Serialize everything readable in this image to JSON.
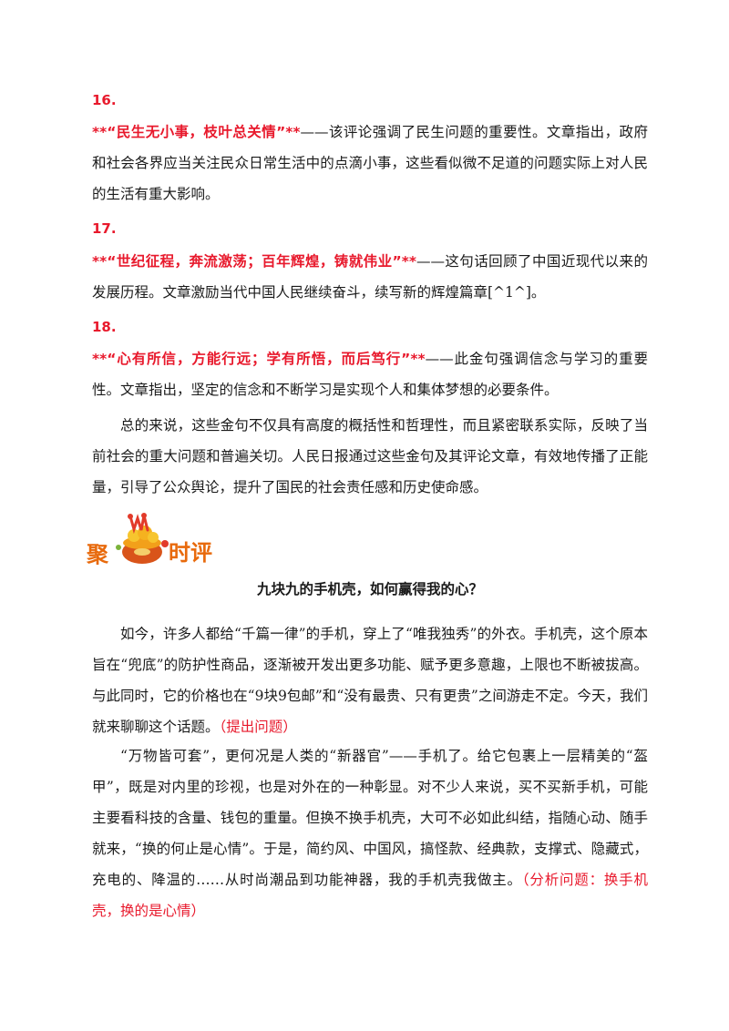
{
  "items": [
    {
      "number": "16.",
      "quote": "**“民生无小事，枝叶总关情”**",
      "text": "——该评论强调了民生问题的重要性。文章指出，政府和社会各界应当关注民众日常生活中的点滴小事，这些看似微不足道的问题实际上对人民的生活有重大影响。"
    },
    {
      "number": "17.",
      "quote": "**“世纪征程，奔流激荡；百年辉煌，铸就伟业”**",
      "text": "——这句话回顾了中国近现代以来的发展历程。文章激励当代中国人民继续奋斗，续写新的辉煌篇章[^1^]。"
    },
    {
      "number": "18.",
      "quote": "**“心有所信，方能行远；学有所悟，而后笃行”**",
      "text": "——此金句强调信念与学习的重要性。文章指出，坚定的信念和不断学习是实现个人和集体梦想的必要条件。"
    }
  ],
  "summary": "总的来说，这些金句不仅具有高度的概括性和哲理性，而且紧密联系实际，反映了当前社会的重大问题和普遍关切。人民日报通过这些金句及其评论文章，有效地传播了正能量，引导了公众舆论，提升了国民的社会责任感和历史使命感。",
  "section_logo": {
    "char1": "聚",
    "char2": "时评",
    "icon": "treasure-pot-icon"
  },
  "article": {
    "title": "九块九的手机壳，如何赢得我的心？",
    "paragraphs": [
      {
        "text": "如今，许多人都给“千篇一律”的手机，穿上了“唯我独秀”的外衣。手机壳，这个原本旨在“兜底”的防护性商品，逐渐被开发出更多功能、赋予更多意趣，上限也不断被拔高。与此同时，它的价格也在“9块9包邮”和“没有最贵、只有更贵”之间游走不定。今天，我们就来聊聊这个话题。",
        "note": "（提出问题）"
      },
      {
        "text": "“万物皆可套”，更何况是人类的“新器官”——手机了。给它包裹上一层精美的“盔甲”，既是对内里的珍视，也是对外在的一种彰显。对不少人来说，买不买新手机，可能主要看科技的含量、钱包的重量。但换不换手机壳，大可不必如此纠结，指随心动、随手就来，“换的何止是心情”。于是，简约风、中国风，搞怪款、经典款，支撑式、隐藏式，充电的、降温的……从时尚潮品到功能神器，我的手机壳我做主。",
        "note": "（分析问题：换手机壳，换的是心情）"
      }
    ]
  },
  "colors": {
    "accent_red": "#e8192c",
    "logo_orange": "#e86a0c",
    "text": "#1a1a1a"
  }
}
